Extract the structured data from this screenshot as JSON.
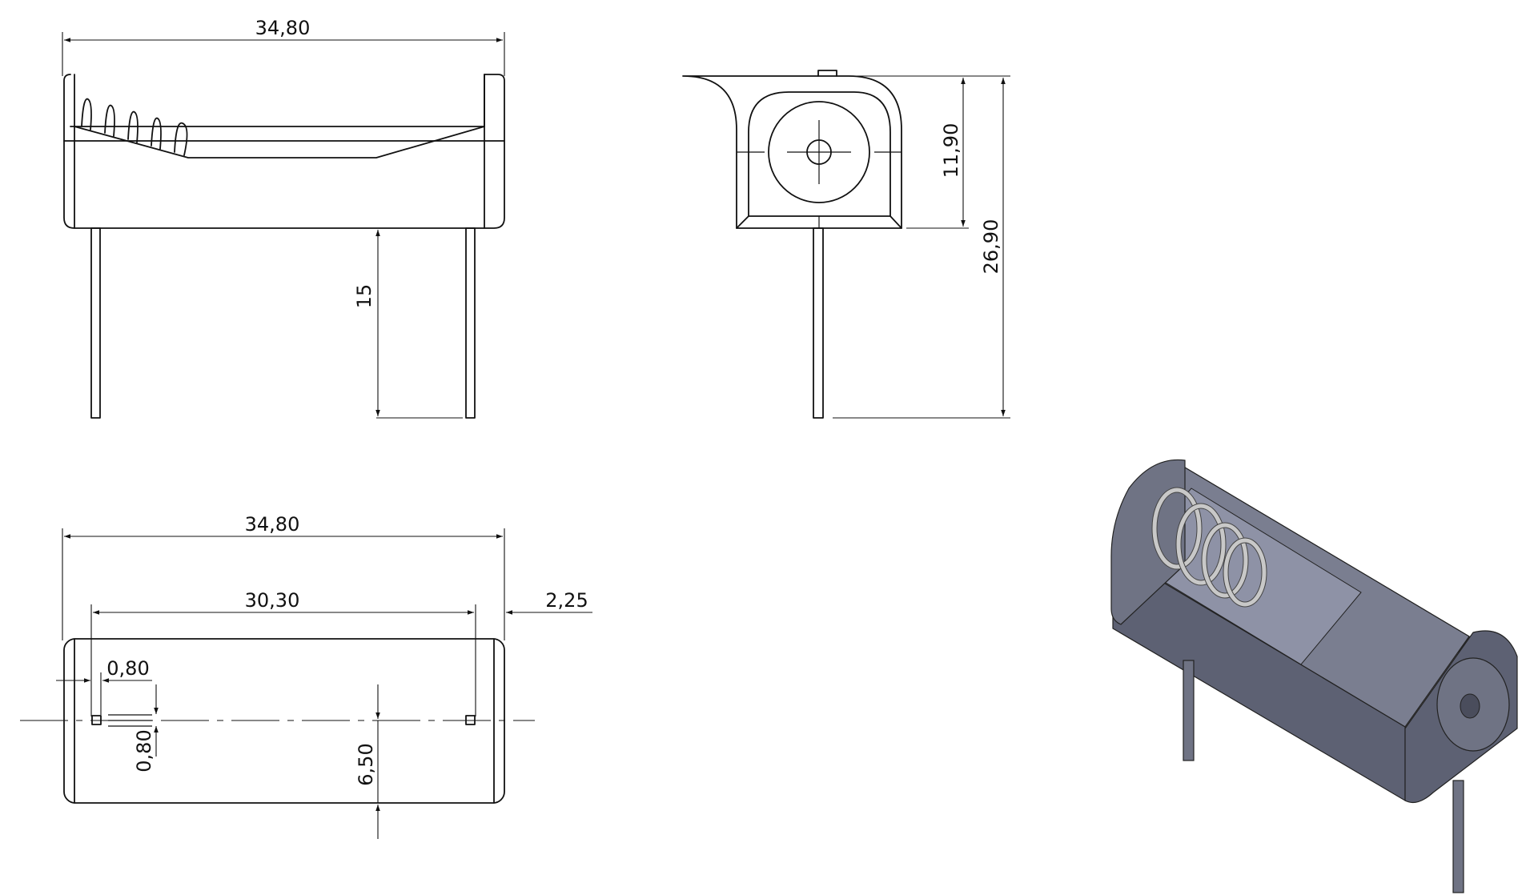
{
  "drawing": {
    "dimensions": {
      "front_length": "34,80",
      "pin_height": "15",
      "body_height": "11,90",
      "total_height": "26,90",
      "top_length": "34,80",
      "pin_spacing": "30,30",
      "pin_offset_end": "2,25",
      "pin_width": "0,80",
      "pin_thickness": "0,80",
      "center_offset": "6,50"
    },
    "colors": {
      "line": "#111111",
      "body_dark": "#5d6173",
      "body_mid": "#6f7384",
      "body_light": "#8e92a6",
      "spring": "#c8c8c8"
    }
  }
}
